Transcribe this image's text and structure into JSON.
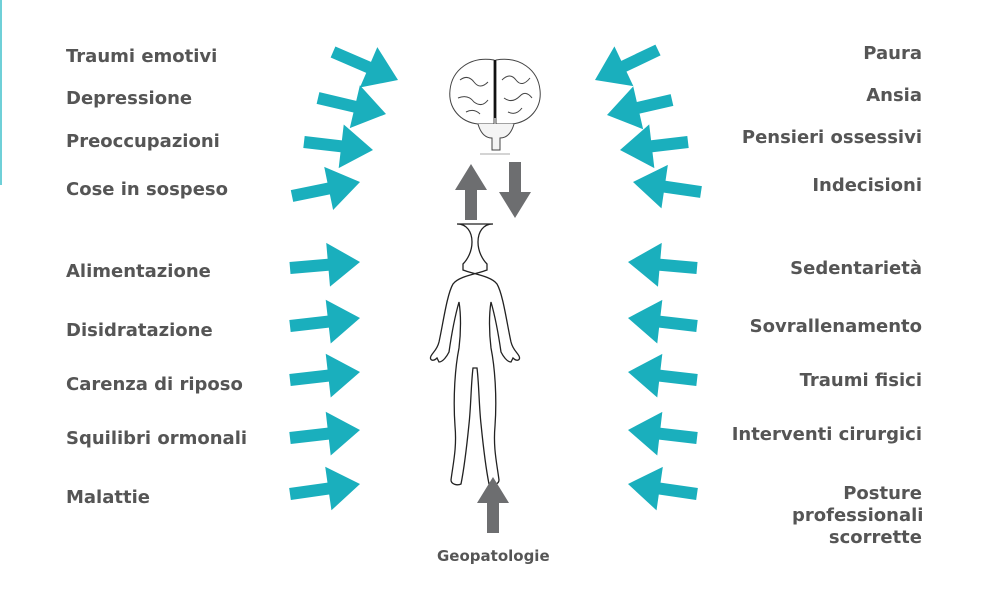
{
  "colors": {
    "influence_arrow": "#1aafbd",
    "link_arrow": "#6d6e70",
    "text": "#555555"
  },
  "left_factors": {
    "mental": [
      "Traumi emotivi",
      "Depressione",
      "Preoccupazioni",
      "Cose in sospeso"
    ],
    "physical": [
      "Alimentazione",
      "Disidratazione",
      "Carenza di riposo",
      "Squilibri ormonali",
      "Malattie"
    ]
  },
  "right_factors": {
    "mental": [
      "Paura",
      "Ansia",
      "Pensieri ossessivi",
      "Indecisioni"
    ],
    "physical": [
      "Sedentarietà",
      "Sovrallenamento",
      "Traumi fisici",
      "Interventi cirurgici",
      "Posture professionali scorrette"
    ]
  },
  "bottom_factor": "Geopatologie",
  "icons": [
    "brain-icon",
    "human-body-icon"
  ]
}
